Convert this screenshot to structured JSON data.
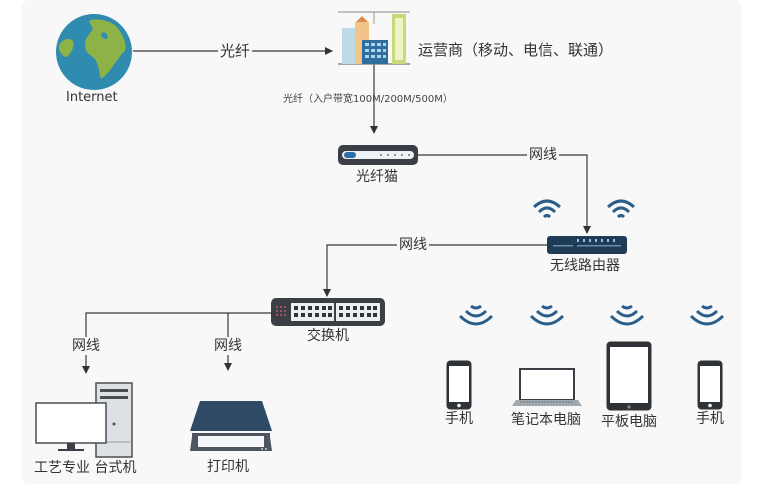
{
  "nodes": {
    "internet": {
      "label": "Internet",
      "icon": "globe-icon"
    },
    "isp": {
      "label": "运营商（移动、电信、联通）",
      "icon": "buildings-icon"
    },
    "modem": {
      "label": "光纤猫",
      "icon": "optical-modem-icon"
    },
    "router": {
      "label": "无线路由器",
      "icon": "wireless-router-icon"
    },
    "switch": {
      "label": "交换机",
      "icon": "network-switch-icon"
    },
    "desktop": {
      "label": "工艺专业 台式机",
      "icon": "desktop-computer-icon"
    },
    "printer": {
      "label": "打印机",
      "icon": "printer-scanner-icon"
    },
    "phone1": {
      "label": "手机",
      "icon": "smartphone-icon"
    },
    "laptop": {
      "label": "笔记本电脑",
      "icon": "laptop-icon"
    },
    "tablet": {
      "label": "平板电脑",
      "icon": "tablet-icon"
    },
    "phone2": {
      "label": "手机",
      "icon": "smartphone-icon"
    }
  },
  "links": {
    "internet_isp": "光纤",
    "isp_modem": "光纤（入户带宽100M/200M/500M）",
    "modem_router": "网线",
    "router_switch": "网线",
    "switch_desktop": "网线",
    "switch_printer": "网线"
  },
  "colors": {
    "line": "#3a3a3a",
    "device_dark": "#3b3f45",
    "router_blue": "#1f3b55",
    "wifi_blue": "#2a5e8c",
    "ocean": "#2f8bb0",
    "land": "#8db246"
  }
}
